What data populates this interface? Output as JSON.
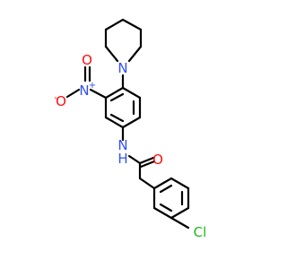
{
  "molecule": {
    "atoms": {
      "piperidine_n": "N",
      "nitro_n": "N",
      "nitro_n_charge": "+",
      "nitro_o_double": "O",
      "nitro_o_single": "O",
      "nitro_o_single_charge": "-",
      "amide_n": "N",
      "amide_h": "H",
      "carbonyl_o": "O",
      "chlorine": "Cl"
    }
  },
  "colors": {
    "bond": "#000000",
    "nitrogen": "#3050F8",
    "oxygen": "#FF0D0D",
    "chlorine": "#1FB81F",
    "background": "#FFFFFF"
  }
}
